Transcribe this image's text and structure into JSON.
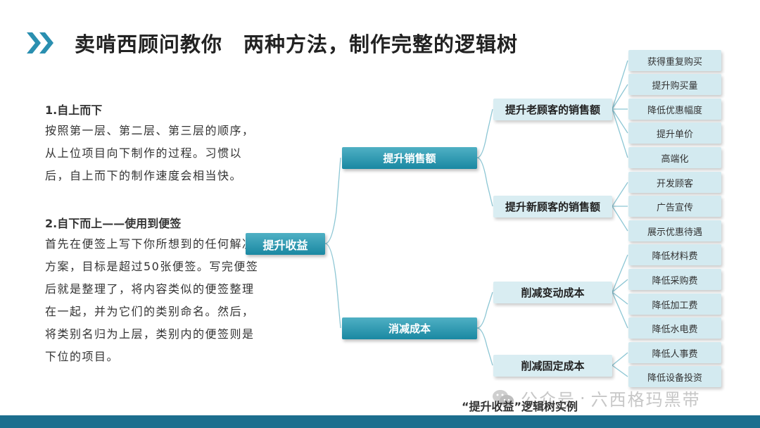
{
  "title": "卖啃西顾问教你　两种方法，制作完整的逻辑树",
  "colors": {
    "accent": "#1a88a2",
    "chevron": "#2a8fb0",
    "footer": "#1c6e8e",
    "leaf_fill": "#d3eaf0"
  },
  "methods": [
    {
      "heading": "1.自上而下",
      "body": "按照第一层、第二层、第三层的顺序，从上位项目向下制作的过程。习惯以后，自上而下的制作速度会相当快。"
    },
    {
      "heading": "2.自下而上——使用到便签",
      "body": "首先在便签上写下你所想到的任何解决方案，目标是超过50张便签。写完便签后就是整理了，将内容类似的便签整理在一起，并为它们的类别命名。然后，将类别名归为上层，类别内的便签则是下位的项目。"
    }
  ],
  "tree": {
    "root": "提升收益",
    "level1": [
      "提升销售额",
      "消减成本"
    ],
    "level2": [
      "提升老顾客的销售额",
      "提升新顾客的销售额",
      "削减变动成本",
      "削减固定成本"
    ],
    "level3": [
      "获得重复购买",
      "提升购买量",
      "降低优惠幅度",
      "提升单价",
      "高端化",
      "开发顾客",
      "广告宣传",
      "展示优惠待遇",
      "降低材料费",
      "降低采购费",
      "降低加工费",
      "降低水电费",
      "降低人事费",
      "降低设备投资"
    ]
  },
  "watermark": {
    "left": "公众号",
    "separator": "·",
    "right": "六西格玛黑带",
    "icon": "wechat-icon"
  },
  "caption": "“提升收益”逻辑树实例"
}
